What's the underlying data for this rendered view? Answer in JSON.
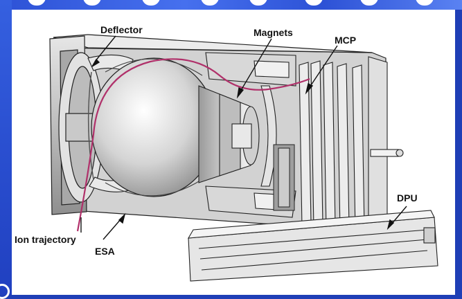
{
  "figure": {
    "labels": {
      "deflector": "Deflector",
      "magnets": "Magnets",
      "mcp": "MCP",
      "dpu": "DPU",
      "ion_trajectory": "Ion trajectory",
      "esa": "ESA"
    }
  },
  "colors": {
    "background": "#1f3fb6",
    "panel": "#ffffff",
    "trajectory": "#b0306a",
    "line": "#222222"
  }
}
